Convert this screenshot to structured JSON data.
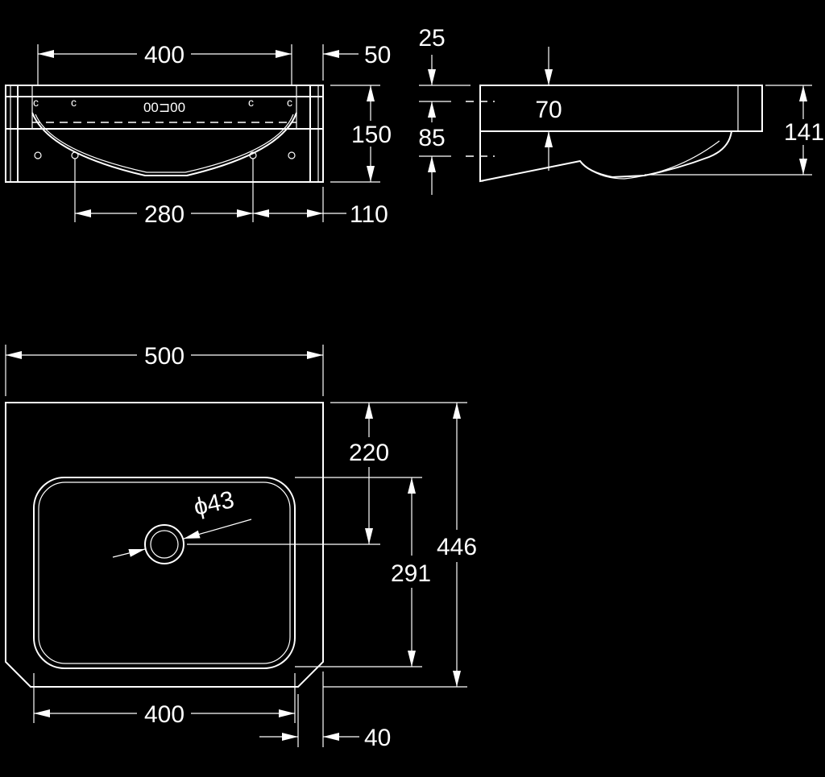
{
  "front_view": {
    "width_400": "400",
    "offset_50": "50",
    "height_150": "150",
    "spacing_280": "280",
    "offset_110": "110",
    "overflow_symbol": "00⊐00"
  },
  "side_view": {
    "dim_25": "25",
    "dim_70": "70",
    "dim_85": "85",
    "dim_141": "141"
  },
  "top_view": {
    "width_500": "500",
    "dim_220": "220",
    "dim_291": "291",
    "depth_446": "446",
    "drain_diameter": "ϕ43",
    "bowl_400": "400",
    "offset_40": "40"
  }
}
